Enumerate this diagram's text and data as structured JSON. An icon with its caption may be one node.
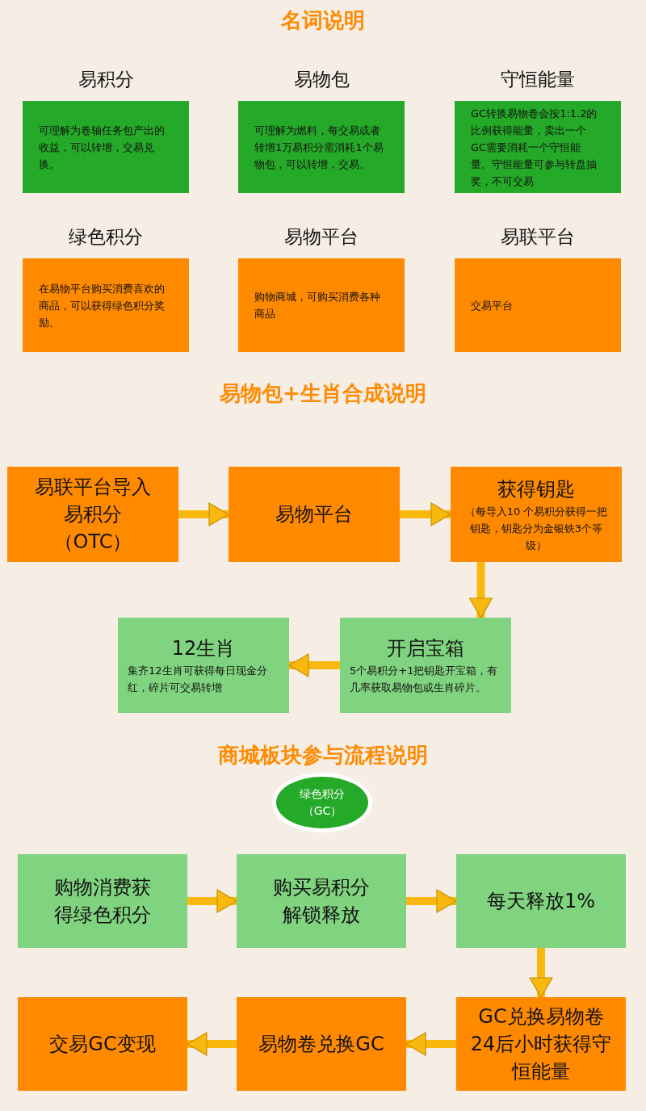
{
  "diagram": {
    "title": "名词说明",
    "nodes": [
      {
        "text": [
          "易积分",
          "可理解为卷轴任务包产出的收益，可以转增，交易兑换。"
        ]
      },
      {
        "text": [
          "易物包",
          "可理解为燃料，每交易或者转增1万易积分需消耗1个易物包，可以转增，交易。"
        ]
      },
      {
        "text": [
          "守恒能量",
          "GC转换易物卷会按1:1.2的比例获得能量，卖出一个GC需要消耗一个守恒能量。守恒能量可参与转盘抽奖，不可交易"
        ]
      },
      {
        "text": [
          "绿色积分",
          "在易物平台购买消费喜欢的商品，可以获得绿色积分奖励。"
        ]
      },
      {
        "text": [
          "易物平台",
          "购物商城，可购买消费各种商品"
        ]
      },
      {
        "text": [
          "易联平台",
          "交易平台"
        ]
      },
      {
        "text": [
          "易联平台导入易积分（OTC）"
        ]
      },
      {
        "text": [
          "易物平台"
        ]
      },
      {
        "text": [
          "获得钥匙",
          "（每导入10 个易积分获得一把钥匙，钥匙分为金银铁3个等级）"
        ]
      },
      {
        "text": [
          "开启宝箱",
          "5个易积分+1把钥匙开宝箱，有几率获取易物包或生肖碎片。"
        ]
      },
      {
        "text": [
          "12生肖",
          "集齐12生肖可获得每日现金分红，碎片可交易转增"
        ]
      },
      {
        "text": [
          "绿色积分（GC）"
        ]
      },
      {
        "text": [
          "购物消费获得绿色积分"
        ]
      },
      {
        "text": [
          "购买易积分解锁释放"
        ]
      },
      {
        "text": [
          "每天释放1%"
        ]
      },
      {
        "text": [
          "GC兑换易物卷24后小时获得守恒能量"
        ]
      },
      {
        "text": [
          "易物卷兑换GC"
        ]
      },
      {
        "text": [
          "交易GC变现"
        ]
      }
    ],
    "edges": [
      {
        "from": 6,
        "to": 7,
        "arrow": "to"
      },
      {
        "from": 7,
        "to": 8,
        "arrow": "to"
      },
      {
        "from": 8,
        "to": 9,
        "arrow": "to"
      },
      {
        "from": 9,
        "to": 10,
        "arrow": "to"
      },
      {
        "from": 12,
        "to": 13,
        "arrow": "to"
      },
      {
        "from": 13,
        "to": 14,
        "arrow": "to"
      },
      {
        "from": 14,
        "to": 15,
        "arrow": "to"
      },
      {
        "from": 15,
        "to": 16,
        "arrow": "to"
      },
      {
        "from": 16,
        "to": 17,
        "arrow": "to"
      }
    ],
    "labels": [
      "易物包+生肖合成说明",
      "商城板块参与流程说明"
    ]
  }
}
